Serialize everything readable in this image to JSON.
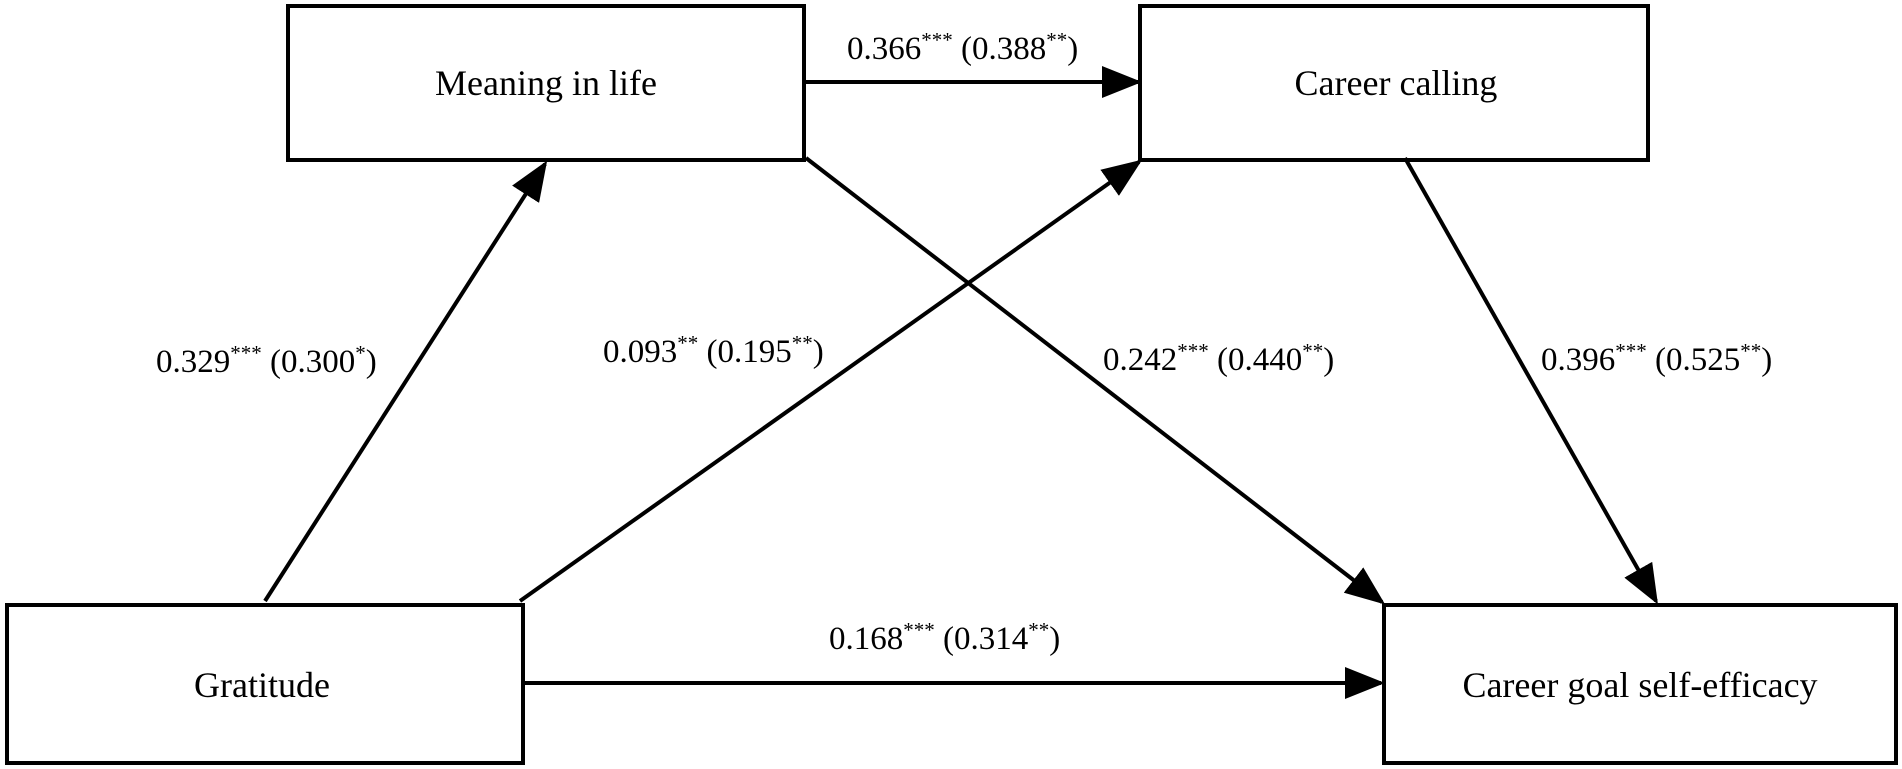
{
  "nodes": {
    "meaning": {
      "label": "Meaning in life"
    },
    "calling": {
      "label": "Career calling"
    },
    "gratitude": {
      "label": "Gratitude"
    },
    "efficacy": {
      "label": "Career goal self-efficacy"
    }
  },
  "edges": {
    "meaning_to_calling": {
      "coef": "0.366",
      "sig": "***",
      "alt_coef": "0.388",
      "alt_sig": "**"
    },
    "gratitude_to_meaning": {
      "coef": "0.329",
      "sig": "***",
      "alt_coef": "0.300",
      "alt_sig": "*"
    },
    "gratitude_to_calling": {
      "coef": "0.093",
      "sig": "**",
      "alt_coef": "0.195",
      "alt_sig": "**"
    },
    "meaning_to_efficacy": {
      "coef": "0.242",
      "sig": "***",
      "alt_coef": "0.440",
      "alt_sig": "**"
    },
    "calling_to_efficacy": {
      "coef": "0.396",
      "sig": "***",
      "alt_coef": "0.525",
      "alt_sig": "**"
    },
    "gratitude_to_efficacy": {
      "coef": "0.168",
      "sig": "***",
      "alt_coef": "0.314",
      "alt_sig": "**"
    }
  },
  "colors": {
    "stroke": "#000000",
    "background": "#ffffff"
  }
}
